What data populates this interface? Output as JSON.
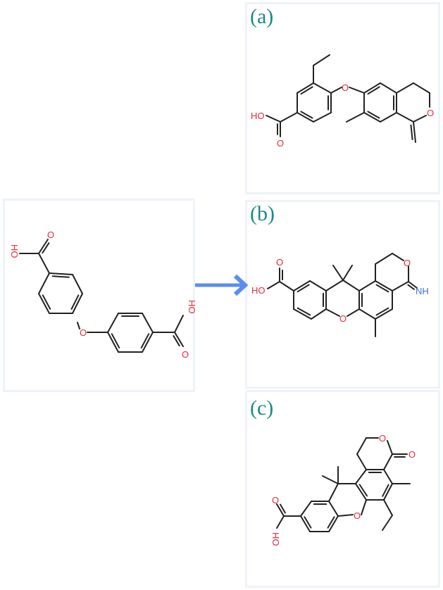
{
  "panels": [
    {
      "id": "a",
      "label": "(a)"
    },
    {
      "id": "b",
      "label": "(b)"
    },
    {
      "id": "c",
      "label": "(c)"
    }
  ],
  "atoms": {
    "left": {
      "o_ether": "O",
      "oh_top": "HO",
      "o_top": "O",
      "oh_right": "HO",
      "o_right": "O"
    },
    "a": {
      "oh": "HO",
      "o_acid": "O",
      "o_ether": "O",
      "o_ring": "O"
    },
    "b": {
      "oh": "HO",
      "o_acid": "O",
      "o_xanthene": "O",
      "o_ring": "O",
      "nh": "NH"
    },
    "c": {
      "oh": "HO",
      "o_acid": "O",
      "o_xanthene": "O",
      "o_ring": "O",
      "o_ketone": "O"
    }
  },
  "colors": {
    "arrow": "#5b8def",
    "oxygen": "#e8293b",
    "nitrogen": "#3d6fe0",
    "panel_label": "#1a8a86",
    "bond": "#222222"
  }
}
